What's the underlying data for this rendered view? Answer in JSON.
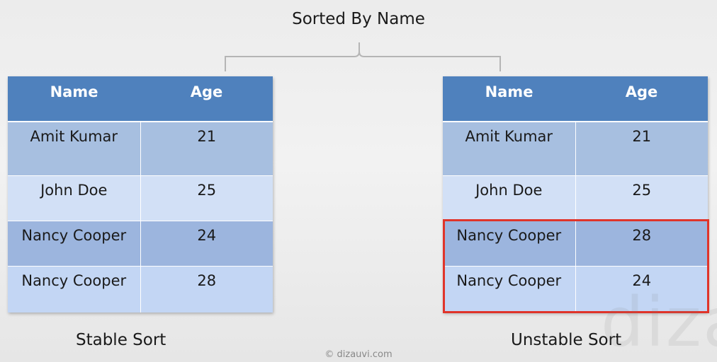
{
  "title": "Sorted By Name",
  "tables": {
    "stable": {
      "headers": {
        "name": "Name",
        "age": "Age"
      },
      "rows": [
        {
          "name": "Amit Kumar",
          "age": "21"
        },
        {
          "name": "John Doe",
          "age": "25"
        },
        {
          "name": "Nancy Cooper",
          "age": "24"
        },
        {
          "name": "Nancy Cooper",
          "age": "28"
        }
      ],
      "caption": "Stable Sort"
    },
    "unstable": {
      "headers": {
        "name": "Name",
        "age": "Age"
      },
      "rows": [
        {
          "name": "Amit Kumar",
          "age": "21"
        },
        {
          "name": "John Doe",
          "age": "25"
        },
        {
          "name": "Nancy Cooper",
          "age": "28"
        },
        {
          "name": "Nancy Cooper",
          "age": "24"
        }
      ],
      "caption": "Unstable Sort"
    }
  },
  "copyright": "© dizauvi.com",
  "watermark": "dizauvi",
  "colors": {
    "header": "#4f81bd",
    "highlight": "#e0342a"
  }
}
